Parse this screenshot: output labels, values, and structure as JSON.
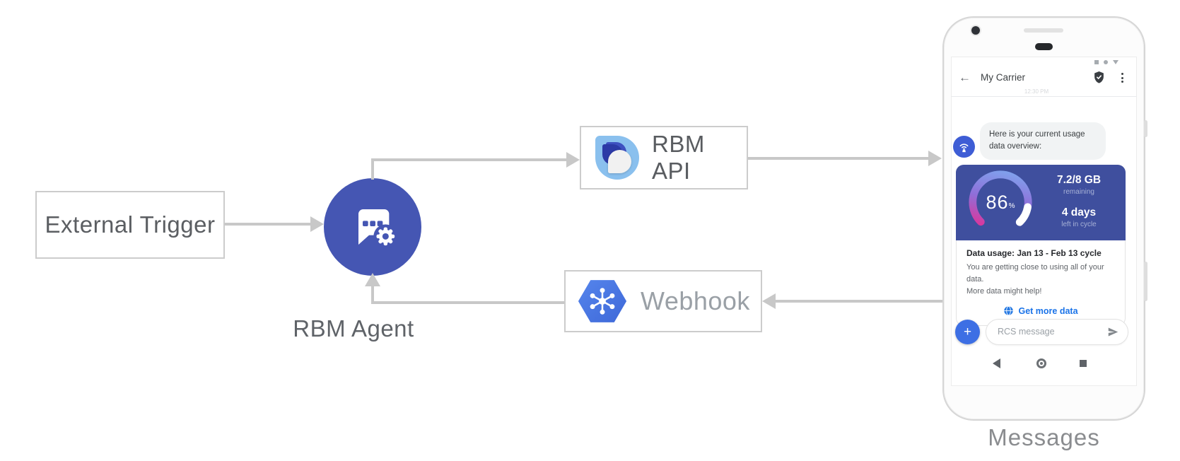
{
  "colors": {
    "arrow_gray": "#c8c8c8",
    "agent_blue": "#4556b3",
    "card_blue": "#3f4f9e",
    "avatar_blue": "#3e5dd5",
    "plus_blue": "#3d6fe4",
    "link_blue": "#1a73e8",
    "hexagon_blue": "#4b79e8",
    "logo_light_blue": "#8ac0ee",
    "logo_dark_blue": "#2c3aa6",
    "ring_gradient": [
      "#7da9f0",
      "#8f6fd9",
      "#e62d92"
    ]
  },
  "icons": {
    "rbm_agent": "chat-bubble-gear-icon",
    "rbm_api": "rbm-droplet-logo-icon",
    "webhook": "pubsub-hexagon-icon",
    "avatar": "antenna-broadcast-icon",
    "verified": "shield-check-icon",
    "menu": "kebab-menu-icon",
    "status_bar": [
      "square",
      "circle",
      "triangle-down"
    ],
    "action": "globe-icon",
    "send": "paper-plane-icon",
    "nav": [
      "back-triangle",
      "home-circle",
      "recents-square"
    ]
  },
  "diagram": {
    "external_trigger_label": "External Trigger",
    "rbm_agent_label": "RBM Agent",
    "rbm_api_label": "RBM API",
    "webhook_label": "Webhook"
  },
  "phone": {
    "header": {
      "back_icon": "←",
      "title": "My Carrier",
      "timestamp": "12:30 PM"
    },
    "chat": {
      "greeting": "Here is your current usage data overview:",
      "card": {
        "percent": "86",
        "percent_unit": "%",
        "usage_value": "7.2/8 GB",
        "usage_caption": "remaining",
        "days_value": "4 days",
        "days_caption": "left in cycle",
        "title": "Data usage: Jan 13 - Feb 13 cycle",
        "body_line1": "You are getting close to using all of your data.",
        "body_line2": "More data might help!",
        "action": "Get more data"
      }
    },
    "compose": {
      "plus": "+",
      "placeholder": "RCS message"
    },
    "caption": "Messages"
  }
}
